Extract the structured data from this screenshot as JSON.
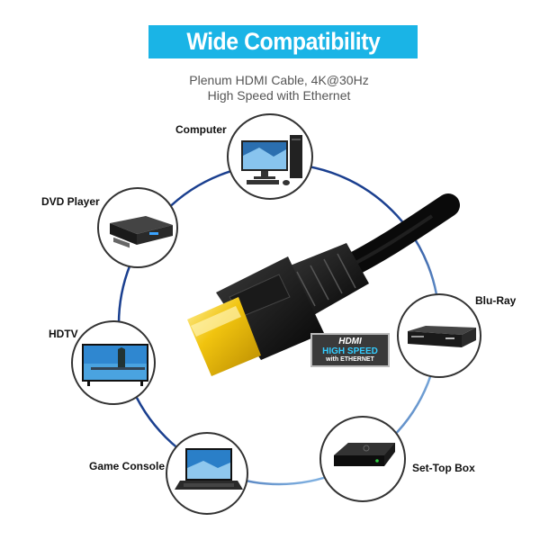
{
  "header": {
    "title": "Wide Compatibility",
    "subtitle_line1": "Plenum HDMI Cable, 4K@30Hz",
    "subtitle_line2": "High Speed with Ethernet"
  },
  "devices": [
    {
      "id": "computer",
      "label": "Computer",
      "icon": "computer-icon"
    },
    {
      "id": "dvd",
      "label": "DVD Player",
      "icon": "dvd-player-icon"
    },
    {
      "id": "hdtv",
      "label": "HDTV",
      "icon": "hdtv-icon"
    },
    {
      "id": "game",
      "label": "Game Console",
      "icon": "laptop-icon"
    },
    {
      "id": "settop",
      "label": "Set-Top Box",
      "icon": "set-top-box-icon"
    },
    {
      "id": "bluray",
      "label": "Blu-Ray",
      "icon": "blu-ray-player-icon"
    }
  ],
  "hdmi_logo": {
    "line1": "HDMI",
    "line2": "HIGH SPEED",
    "line3": "with ETHERNET"
  },
  "colors": {
    "banner": "#1ab4e6",
    "ring": "#1a3f8f",
    "connector_gold": "#e8b600"
  }
}
